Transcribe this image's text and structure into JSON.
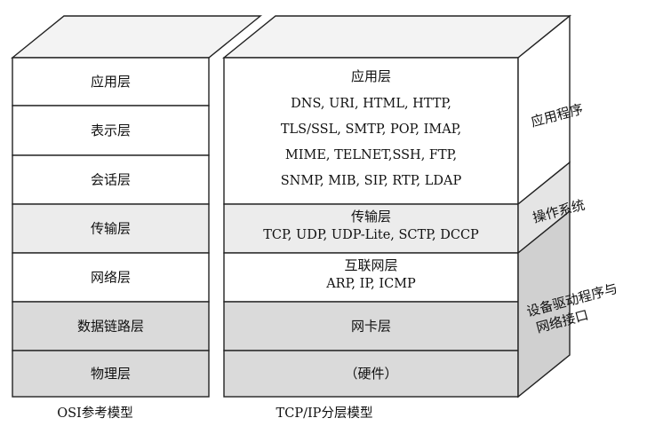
{
  "osi_model": {
    "caption": "OSI参考模型",
    "layers": [
      {
        "label": "应用层",
        "shade": "white"
      },
      {
        "label": "表示层",
        "shade": "white"
      },
      {
        "label": "会话层",
        "shade": "white"
      },
      {
        "label": "传输层",
        "shade": "light"
      },
      {
        "label": "网络层",
        "shade": "white"
      },
      {
        "label": "数据链路层",
        "shade": "mid"
      },
      {
        "label": "物理层",
        "shade": "mid"
      }
    ]
  },
  "tcpip_model": {
    "caption": "TCP/IP分层模型",
    "layers": [
      {
        "title": "应用层",
        "protocol_lines": [
          "DNS, URI, HTML, HTTP,",
          "TLS/SSL, SMTP, POP, IMAP,",
          "MIME, TELNET,SSH, FTP,",
          "SNMP, MIB, SIP, RTP, LDAP"
        ],
        "shade": "white"
      },
      {
        "title": "传输层",
        "protocol_lines": [
          "TCP, UDP, UDP-Lite, SCTP, DCCP"
        ],
        "shade": "light"
      },
      {
        "title": "互联网层",
        "protocol_lines": [
          "ARP, IP, ICMP"
        ],
        "shade": "white"
      },
      {
        "title": "网卡层",
        "protocol_lines": [],
        "shade": "mid"
      },
      {
        "title": "（硬件）",
        "protocol_lines": [],
        "shade": "mid"
      }
    ]
  },
  "side_labels": [
    {
      "lines": [
        "应用程序"
      ],
      "shade": "white"
    },
    {
      "lines": [
        "操作系统"
      ],
      "shade": "light"
    },
    {
      "lines": [
        "设备驱动程序与",
        "网络接口"
      ],
      "shade": "mid"
    }
  ],
  "colors": {
    "white": "#ffffff",
    "light": "#ececec",
    "mid": "#dadada",
    "top_face": "#f3f3f3",
    "side_light": "#e5e5e5",
    "side_mid": "#d0d0d0",
    "stroke": "#222222"
  }
}
